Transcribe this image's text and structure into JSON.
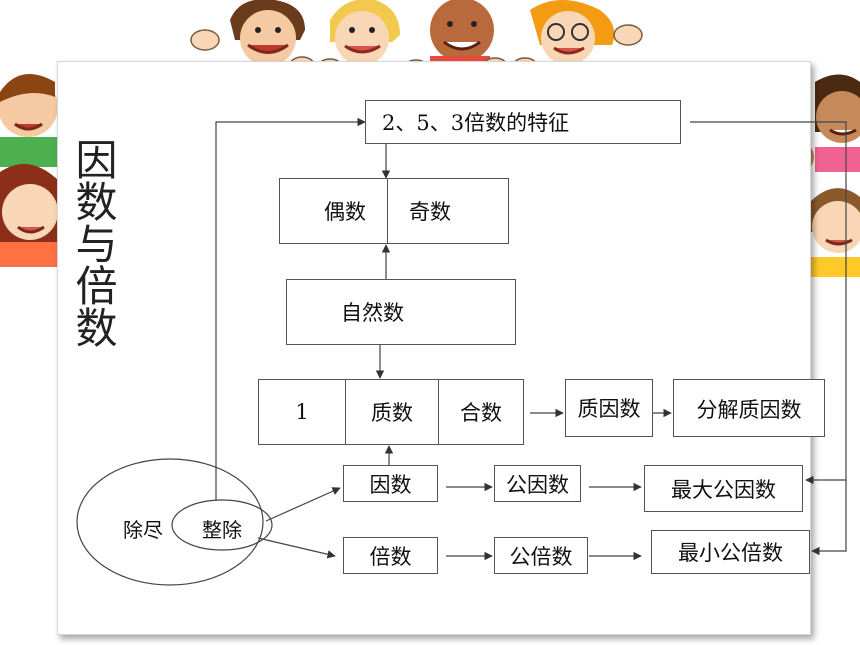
{
  "title": "因数与倍数",
  "nodes": {
    "features": "2、5、3倍数的特征",
    "even": "偶数",
    "odd": "奇数",
    "natural": "自然数",
    "one": "1",
    "prime": "质数",
    "composite": "合数",
    "prime_factor": "质因数",
    "factorize": "分解质因数",
    "factor": "因数",
    "common_factor": "公因数",
    "gcf": "最大公因数",
    "multiple": "倍数",
    "common_multiple": "公倍数",
    "lcm": "最小公倍数",
    "divisible_outer": "除尽",
    "divisible_inner": "整除"
  }
}
